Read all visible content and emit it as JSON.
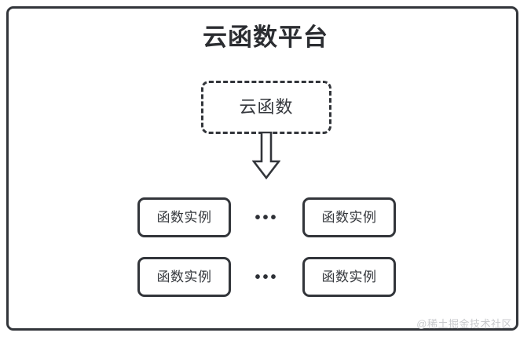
{
  "diagram": {
    "title": "云函数平台",
    "node": {
      "label": "云函数",
      "style": "dashed"
    },
    "arrow": {
      "icon": "arrow-down-block",
      "direction": "down"
    },
    "instances": {
      "rows": [
        {
          "left_label": "函数实例",
          "ellipsis": "•••",
          "right_label": "函数实例"
        },
        {
          "left_label": "函数实例",
          "ellipsis": "•••",
          "right_label": "函数实例"
        }
      ]
    },
    "watermark": "@稀土掘金技术社区",
    "colors": {
      "stroke": "#32353a",
      "text": "#35383d",
      "title": "#2b2d31",
      "watermark": "#c8c9cc",
      "background": "#ffffff"
    }
  }
}
